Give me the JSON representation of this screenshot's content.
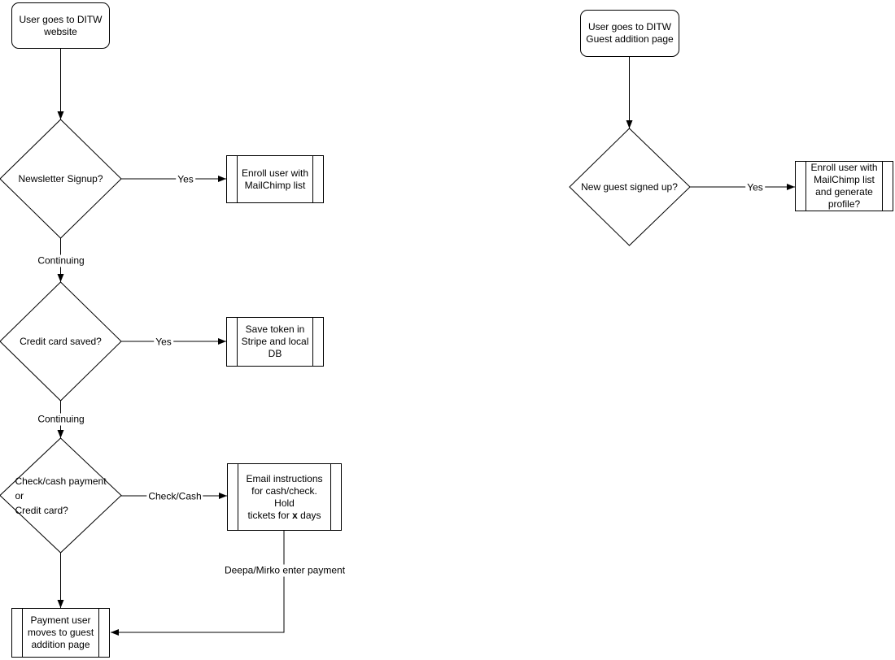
{
  "diagram": {
    "left_flow": {
      "start": "User goes to DITW\nwebsite",
      "decision_newsletter": "Newsletter Signup?",
      "edge_yes_newsletter": "Yes",
      "process_enroll": "Enroll user with\nMailChimp list",
      "edge_continuing_1": "Continuing",
      "decision_credit_card": "Credit card saved?",
      "edge_yes_credit": "Yes",
      "process_save_token": "Save token in\nStripe and local\nDB",
      "edge_continuing_2": "Continuing",
      "decision_payment_method": "Check/cash payment\nor\nCredit card?",
      "edge_check_cash": "Check/Cash",
      "process_email_before": "Email instructions\nfor cash/check. Hold\ntickets for ",
      "process_email_bold": "x",
      "process_email_after": " days",
      "edge_deepa_mirko": "Deepa/Mirko enter payment",
      "process_payment_user": "Payment user\nmoves to guest\naddition page"
    },
    "right_flow": {
      "start": "User goes to DITW\nGuest addition page",
      "decision_new_guest": "New guest signed up?",
      "edge_yes": "Yes",
      "process_enroll_profile": "Enroll user with\nMailChimp list\nand generate\nprofile?"
    },
    "colors": {
      "stroke": "#000000",
      "shape_fill": "#ffffff",
      "text": "#000000"
    }
  }
}
